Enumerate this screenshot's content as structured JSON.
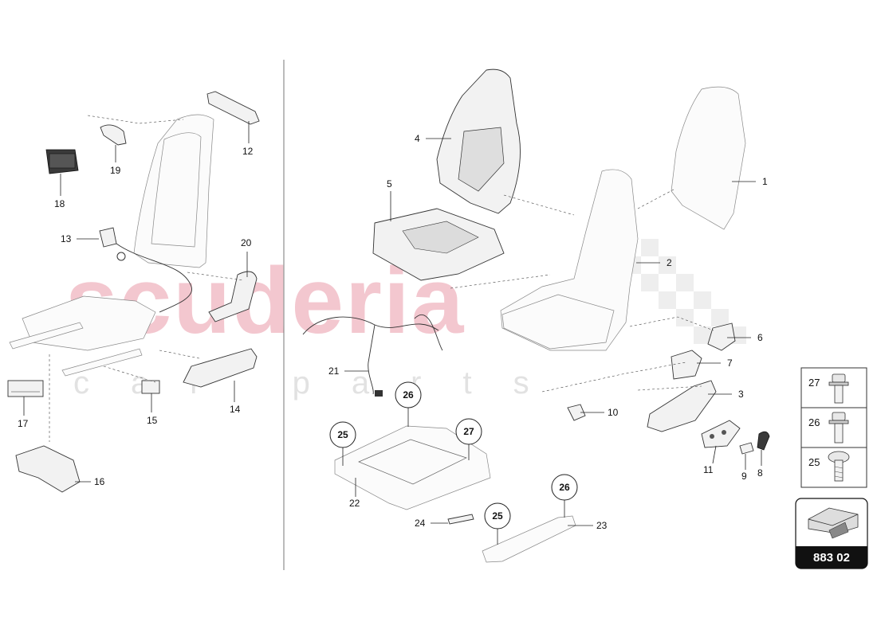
{
  "watermark": {
    "brand": "scuderia",
    "sub": "car parts"
  },
  "figure_number": "883 02",
  "parts": [
    {
      "id": "p1",
      "label": "1"
    },
    {
      "id": "p2",
      "label": "2"
    },
    {
      "id": "p3",
      "label": "3"
    },
    {
      "id": "p4",
      "label": "4"
    },
    {
      "id": "p5",
      "label": "5"
    },
    {
      "id": "p6",
      "label": "6"
    },
    {
      "id": "p7",
      "label": "7"
    },
    {
      "id": "p8",
      "label": "8"
    },
    {
      "id": "p9",
      "label": "9"
    },
    {
      "id": "p10",
      "label": "10"
    },
    {
      "id": "p11",
      "label": "11"
    },
    {
      "id": "p12",
      "label": "12"
    },
    {
      "id": "p13",
      "label": "13"
    },
    {
      "id": "p14",
      "label": "14"
    },
    {
      "id": "p15",
      "label": "15"
    },
    {
      "id": "p16",
      "label": "16"
    },
    {
      "id": "p17",
      "label": "17"
    },
    {
      "id": "p18",
      "label": "18"
    },
    {
      "id": "p19",
      "label": "19"
    },
    {
      "id": "p20",
      "label": "20"
    },
    {
      "id": "p21",
      "label": "21"
    },
    {
      "id": "p22",
      "label": "22"
    },
    {
      "id": "p23",
      "label": "23"
    },
    {
      "id": "p24",
      "label": "24"
    }
  ],
  "circled_refs": {
    "c26a": "26",
    "c25a": "25",
    "c27a": "27",
    "c26b": "26",
    "c25b": "25"
  },
  "legend": [
    {
      "label": "27",
      "icon": "bolt-flanged-icon"
    },
    {
      "label": "26",
      "icon": "bolt-hex-flange-icon"
    },
    {
      "label": "25",
      "icon": "bolt-torx-icon"
    }
  ]
}
